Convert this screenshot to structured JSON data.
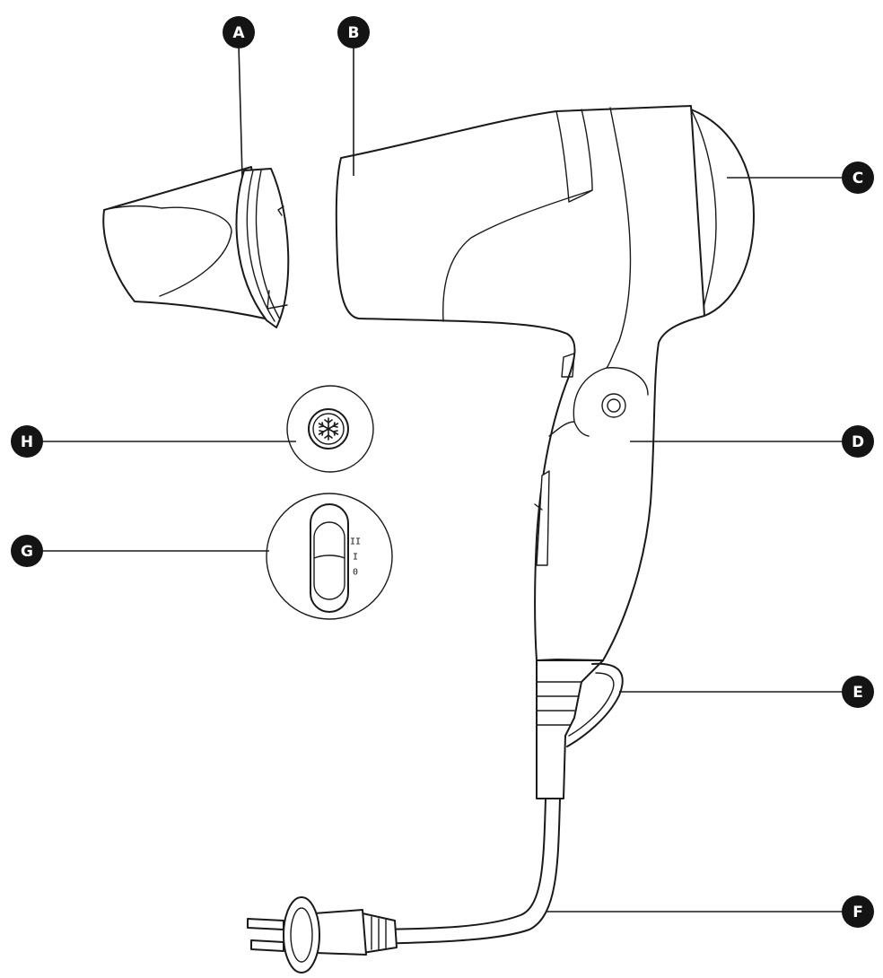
{
  "callouts": [
    {
      "id": "A",
      "label": "A",
      "part": "nozzle"
    },
    {
      "id": "B",
      "label": "B",
      "part": "air-outlet"
    },
    {
      "id": "C",
      "label": "C",
      "part": "air-inlet-cover"
    },
    {
      "id": "D",
      "label": "D",
      "part": "foldable-handle"
    },
    {
      "id": "E",
      "label": "E",
      "part": "hanging-loop"
    },
    {
      "id": "F",
      "label": "F",
      "part": "power-cord"
    },
    {
      "id": "G",
      "label": "G",
      "part": "power-switch"
    },
    {
      "id": "H",
      "label": "H",
      "part": "cool-shot-button"
    }
  ],
  "switch_marks": {
    "high": "II",
    "low": "I",
    "off": "0"
  },
  "colors": {
    "line": "#1a1a1a",
    "badge": "#141414",
    "badge_text": "#ffffff",
    "background": "#ffffff"
  },
  "icons": {
    "cool_shot": "snowflake-icon",
    "plug": "plug-icon"
  }
}
